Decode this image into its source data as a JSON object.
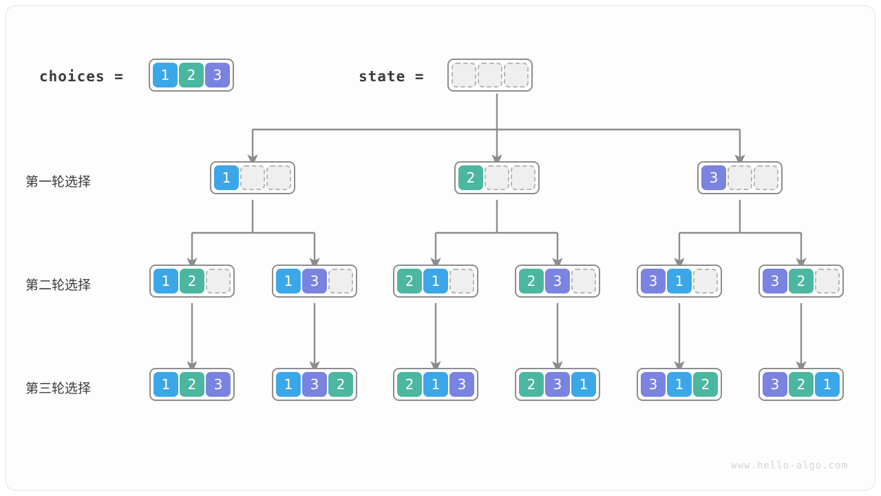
{
  "header": {
    "choices_label": "choices =",
    "state_label": "state =",
    "choices_values": [
      "1",
      "2",
      "3"
    ],
    "state_values": [
      "",
      "",
      ""
    ]
  },
  "row_labels": [
    "第一轮选择",
    "第二轮选择",
    "第三轮选择"
  ],
  "colors": {
    "value_1": "#3ba7e8",
    "value_2": "#4bb7a0",
    "value_3": "#7b83e0",
    "empty_cell": "#efefef",
    "box_border": "#8c8c8c",
    "dashed_border": "#b6b6b6",
    "connector": "#8c8c8c",
    "text": "#3a3a3a",
    "watermark": "#d3d3d3"
  },
  "tree": {
    "row1": [
      {
        "cells": [
          "1",
          "",
          ""
        ]
      },
      {
        "cells": [
          "2",
          "",
          ""
        ]
      },
      {
        "cells": [
          "3",
          "",
          ""
        ]
      }
    ],
    "row2": [
      {
        "cells": [
          "1",
          "2",
          ""
        ]
      },
      {
        "cells": [
          "1",
          "3",
          ""
        ]
      },
      {
        "cells": [
          "2",
          "1",
          ""
        ]
      },
      {
        "cells": [
          "2",
          "3",
          ""
        ]
      },
      {
        "cells": [
          "3",
          "1",
          ""
        ]
      },
      {
        "cells": [
          "3",
          "2",
          ""
        ]
      }
    ],
    "row3": [
      {
        "cells": [
          "1",
          "2",
          "3"
        ]
      },
      {
        "cells": [
          "1",
          "3",
          "2"
        ]
      },
      {
        "cells": [
          "2",
          "1",
          "3"
        ]
      },
      {
        "cells": [
          "2",
          "3",
          "1"
        ]
      },
      {
        "cells": [
          "3",
          "1",
          "2"
        ]
      },
      {
        "cells": [
          "3",
          "2",
          "1"
        ]
      }
    ]
  },
  "footer": {
    "watermark": "www.hello-algo.com"
  }
}
